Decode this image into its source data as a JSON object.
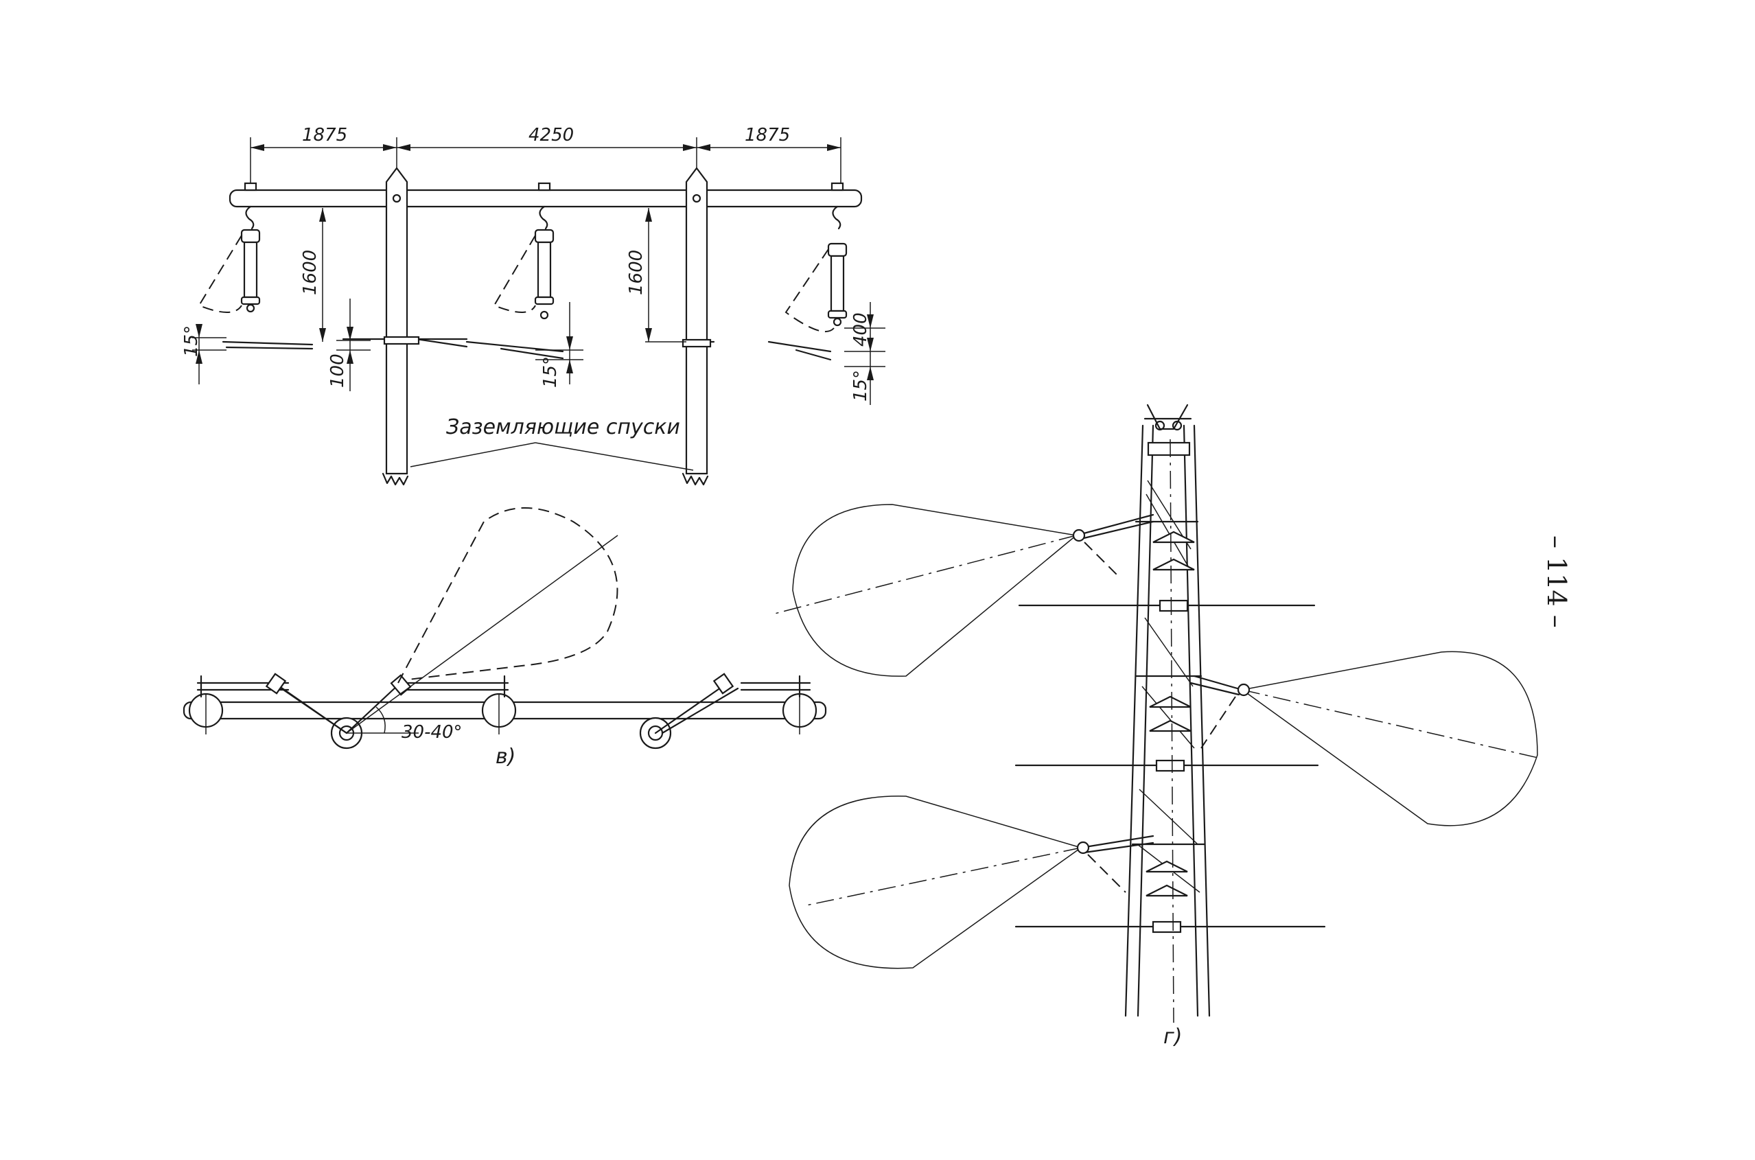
{
  "figure_top": {
    "dim_left_span": "1875",
    "dim_center_span": "4250",
    "dim_right_span": "1875",
    "dim_height_left": "1600",
    "dim_height_right": "1600",
    "dim_gap_bottom": "100",
    "dim_clearance": "400",
    "angle_left": "15°",
    "angle_center": "15°",
    "angle_right": "15°",
    "caption_ground": "Заземляющие спуски"
  },
  "figure_v": {
    "angle_label": "30-40°",
    "letter": "в)"
  },
  "figure_g": {
    "letter": "г)"
  },
  "page_number": "– 114 –"
}
